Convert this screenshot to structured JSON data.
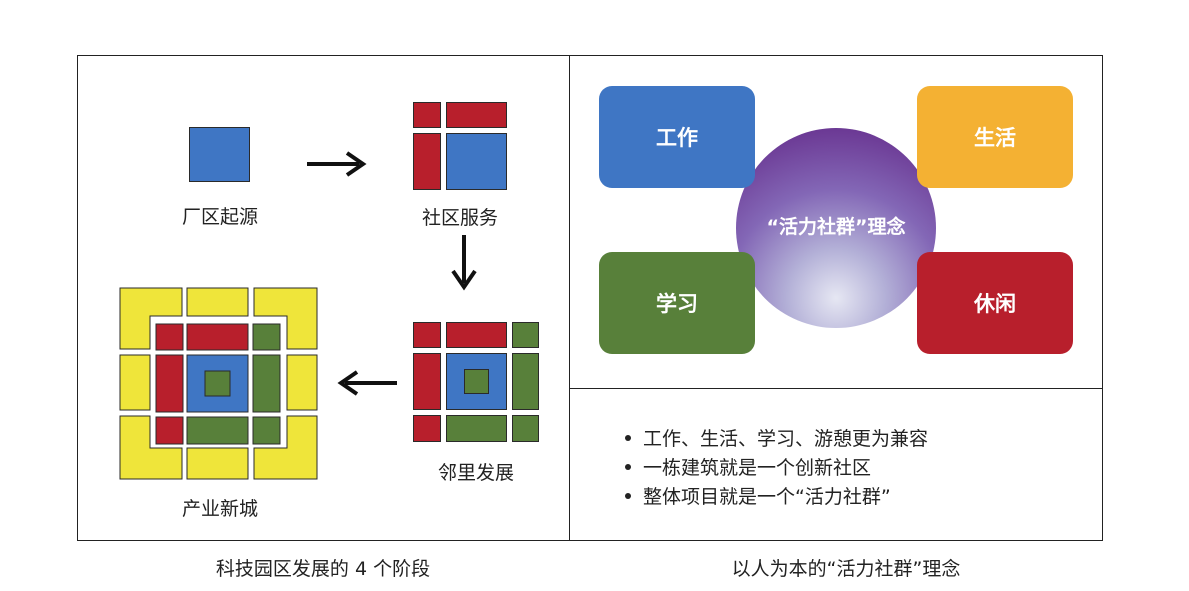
{
  "left_panel": {
    "stage1_label": "厂区起源",
    "stage2_label": "社区服务",
    "stage3_label": "邻里发展",
    "stage4_label": "产业新城",
    "caption": "科技园区发展的 4 个阶段"
  },
  "right_panel": {
    "card_work": "工作",
    "card_life": "生活",
    "card_study": "学习",
    "card_leisure": "休闲",
    "center_text": "“活力社群”理念",
    "bullets": [
      "工作、生活、学习、游憩更为兼容",
      "一栋建筑就是一个创新社区",
      "整体项目就是一个“活力社群”"
    ],
    "caption": "以人为本的“活力社群”理念"
  },
  "colors": {
    "blue": "#3f76c4",
    "red": "#b81f2c",
    "green": "#58803a",
    "yellow": "#efe53a",
    "orange": "#f4b133",
    "purple": "#6c3a95"
  }
}
